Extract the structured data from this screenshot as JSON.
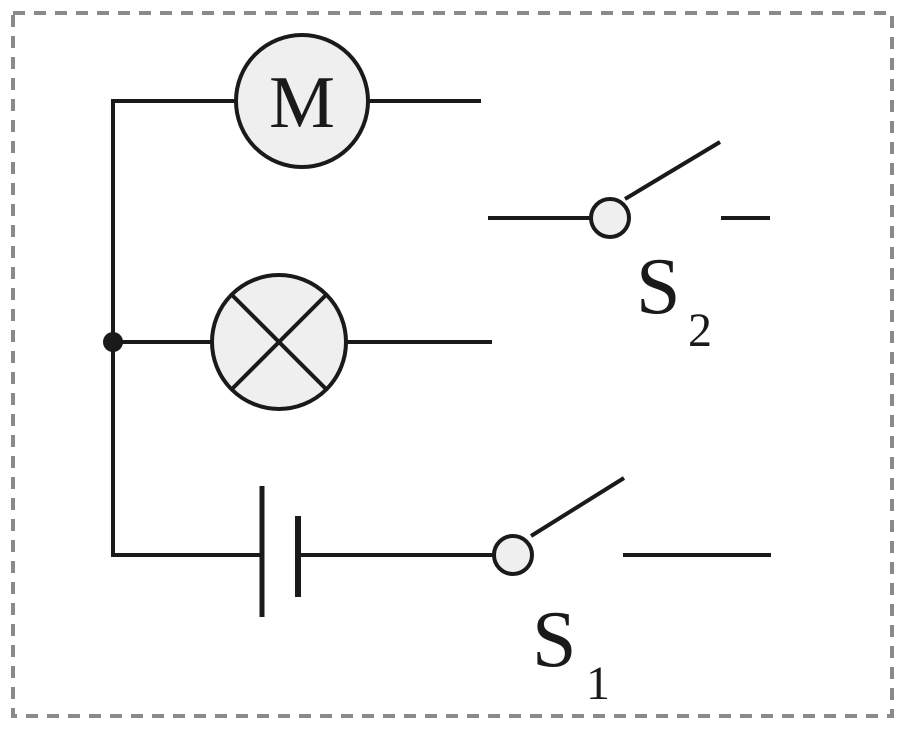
{
  "diagram": {
    "motor_label": "M",
    "switch_s1": {
      "letter": "S",
      "subscript": "1"
    },
    "switch_s2": {
      "letter": "S",
      "subscript": "2"
    }
  },
  "colors": {
    "wire": "#1a1a1a",
    "component_fill": "#efefef",
    "frame_dash": "#8a8a8a"
  }
}
